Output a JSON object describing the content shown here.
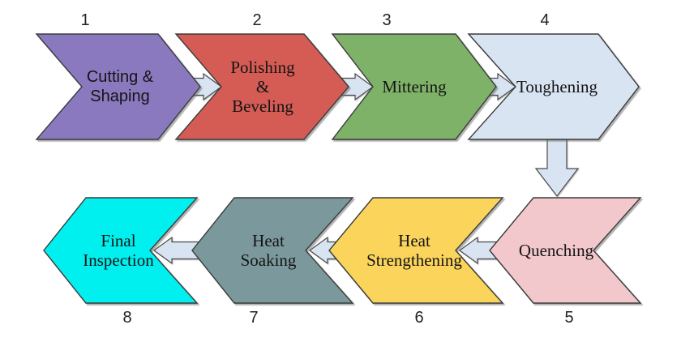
{
  "diagram": {
    "type": "process-flow",
    "palette": {
      "background": "#ffffff",
      "shape_border": "#3b3b3b",
      "connector_fill": "#d8e4f2",
      "connector_border": "#4a4a4a",
      "text_color": "#141414",
      "number_color": "#222222"
    },
    "steps": [
      {
        "number": "1",
        "label": "Cutting & Shaping",
        "label_lines": [
          "Cutting &",
          "Shaping"
        ],
        "fill": "#8a79be",
        "row": "top",
        "direction": "right",
        "label_font": "sans"
      },
      {
        "number": "2",
        "label": "Polishing & Beveling",
        "label_lines": [
          "Polishing",
          "&",
          "Beveling"
        ],
        "fill": "#d55c55",
        "row": "top",
        "direction": "right",
        "label_font": "serif"
      },
      {
        "number": "3",
        "label": "Mittering",
        "label_lines": [
          "Mittering"
        ],
        "fill": "#7fb269",
        "row": "top",
        "direction": "right",
        "label_font": "serif"
      },
      {
        "number": "4",
        "label": "Toughening",
        "label_lines": [
          "Toughening"
        ],
        "fill": "#d8e4f2",
        "row": "top",
        "direction": "right",
        "label_font": "serif"
      },
      {
        "number": "5",
        "label": "Quenching",
        "label_lines": [
          "Quenching"
        ],
        "fill": "#f2c8cc",
        "row": "bottom",
        "direction": "left",
        "label_font": "serif"
      },
      {
        "number": "6",
        "label": "Heat Strengthening",
        "label_lines": [
          "Heat",
          "Strengthening"
        ],
        "fill": "#fbd45c",
        "row": "bottom",
        "direction": "left",
        "label_font": "serif"
      },
      {
        "number": "7",
        "label": "Heat Soaking",
        "label_lines": [
          "Heat",
          "Soaking"
        ],
        "fill": "#7b999c",
        "row": "bottom",
        "direction": "left",
        "label_font": "serif"
      },
      {
        "number": "8",
        "label": "Final Inspection",
        "label_lines": [
          "Final",
          "Inspection"
        ],
        "fill": "#00efef",
        "row": "bottom",
        "direction": "left",
        "label_font": "serif"
      }
    ],
    "connections": [
      {
        "from": "1",
        "to": "2",
        "style": "arrow-right"
      },
      {
        "from": "2",
        "to": "3",
        "style": "arrow-right"
      },
      {
        "from": "3",
        "to": "4",
        "style": "arrow-right"
      },
      {
        "from": "4",
        "to": "5",
        "style": "arrow-down"
      },
      {
        "from": "5",
        "to": "6",
        "style": "arrow-left"
      },
      {
        "from": "6",
        "to": "7",
        "style": "arrow-left"
      },
      {
        "from": "7",
        "to": "8",
        "style": "arrow-left"
      }
    ]
  }
}
